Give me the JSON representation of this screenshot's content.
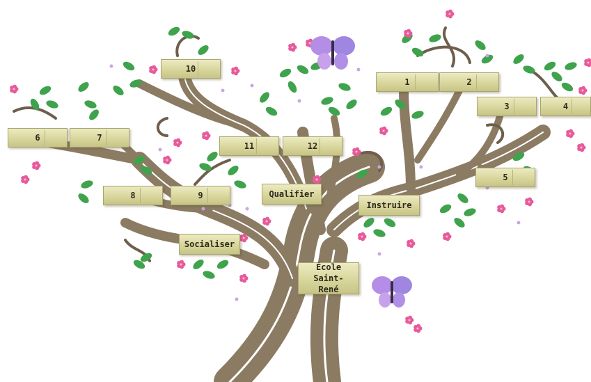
{
  "tree": {
    "root": {
      "label": "École Saint-René"
    },
    "branches": [
      {
        "label": "Qualifier"
      },
      {
        "label": "Instruire"
      },
      {
        "label": "Socialiser"
      }
    ],
    "leaves": [
      "1",
      "2",
      "3",
      "4",
      "5",
      "6",
      "7",
      "8",
      "9",
      "10",
      "11",
      "12"
    ]
  },
  "colors": {
    "trunk": "#8c7b63",
    "trunk_highlight": "#ffffff",
    "leaf": "#3fa34d",
    "flower": "#e85a9a",
    "butterfly": "#b48ee6",
    "plaque": "#dcd9a0"
  }
}
